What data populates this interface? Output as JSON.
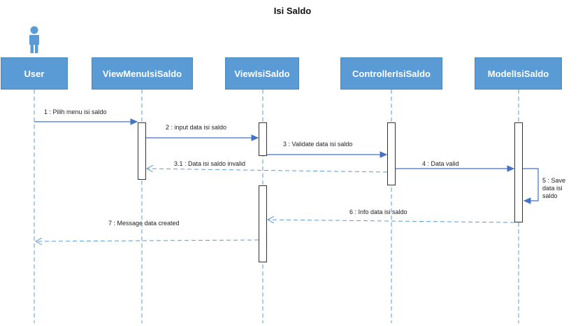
{
  "diagram": {
    "title": "Isi Saldo",
    "actor_icon": "person-icon",
    "colors": {
      "lifeline_fill": "#5b9bd5",
      "line": "#4472c4",
      "dash": "#5b9bd5"
    },
    "lifelines": [
      {
        "name": "User"
      },
      {
        "name": "ViewMenuIsiSaldo"
      },
      {
        "name": "ViewIsiSaldo"
      },
      {
        "name": "ControllerIsiSaldo"
      },
      {
        "name": "ModelIsiSaldo"
      }
    ],
    "messages": [
      {
        "label": "1 : Pilih menu isi saldo",
        "type": "sync"
      },
      {
        "label": "2 : input data isi saldo",
        "type": "sync"
      },
      {
        "label": "3 : Validate data isi saldo",
        "type": "sync"
      },
      {
        "label": "3.1 : Data isi saldo invalid",
        "type": "return"
      },
      {
        "label": "4 : Data valid",
        "type": "sync"
      },
      {
        "label": "5 : Save data isi saldo",
        "type": "self"
      },
      {
        "label": "6 : Info data isi saldo",
        "type": "return"
      },
      {
        "label": "7 : Message data created",
        "type": "return"
      }
    ]
  }
}
